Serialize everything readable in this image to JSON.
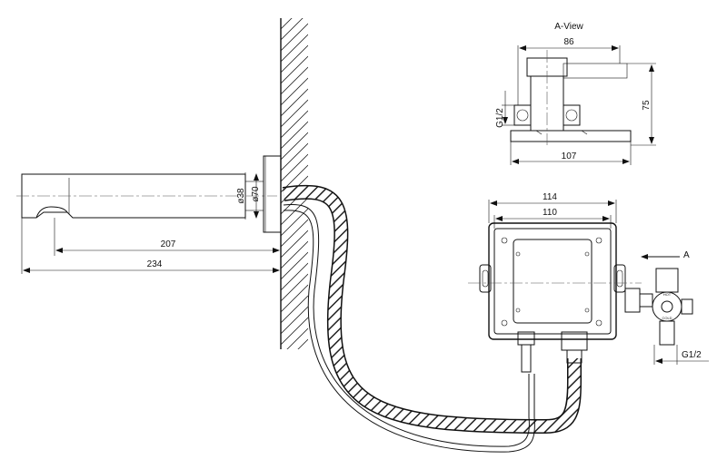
{
  "labels": {
    "a_view": "A-View",
    "arrow_a": "A",
    "d_86": "86",
    "d_75": "75",
    "d_107": "107",
    "d_g12_top": "G1/2",
    "d_114": "114",
    "d_110": "110",
    "d_207": "207",
    "d_234": "234",
    "d_phi38": "ø38",
    "d_phi70": "ø70",
    "d_g12_bottom": "G1/2",
    "hot": "HOT",
    "cold": "COLD"
  },
  "colors": {
    "line": "#111111",
    "hatch": "#222222",
    "background": "#ffffff"
  }
}
